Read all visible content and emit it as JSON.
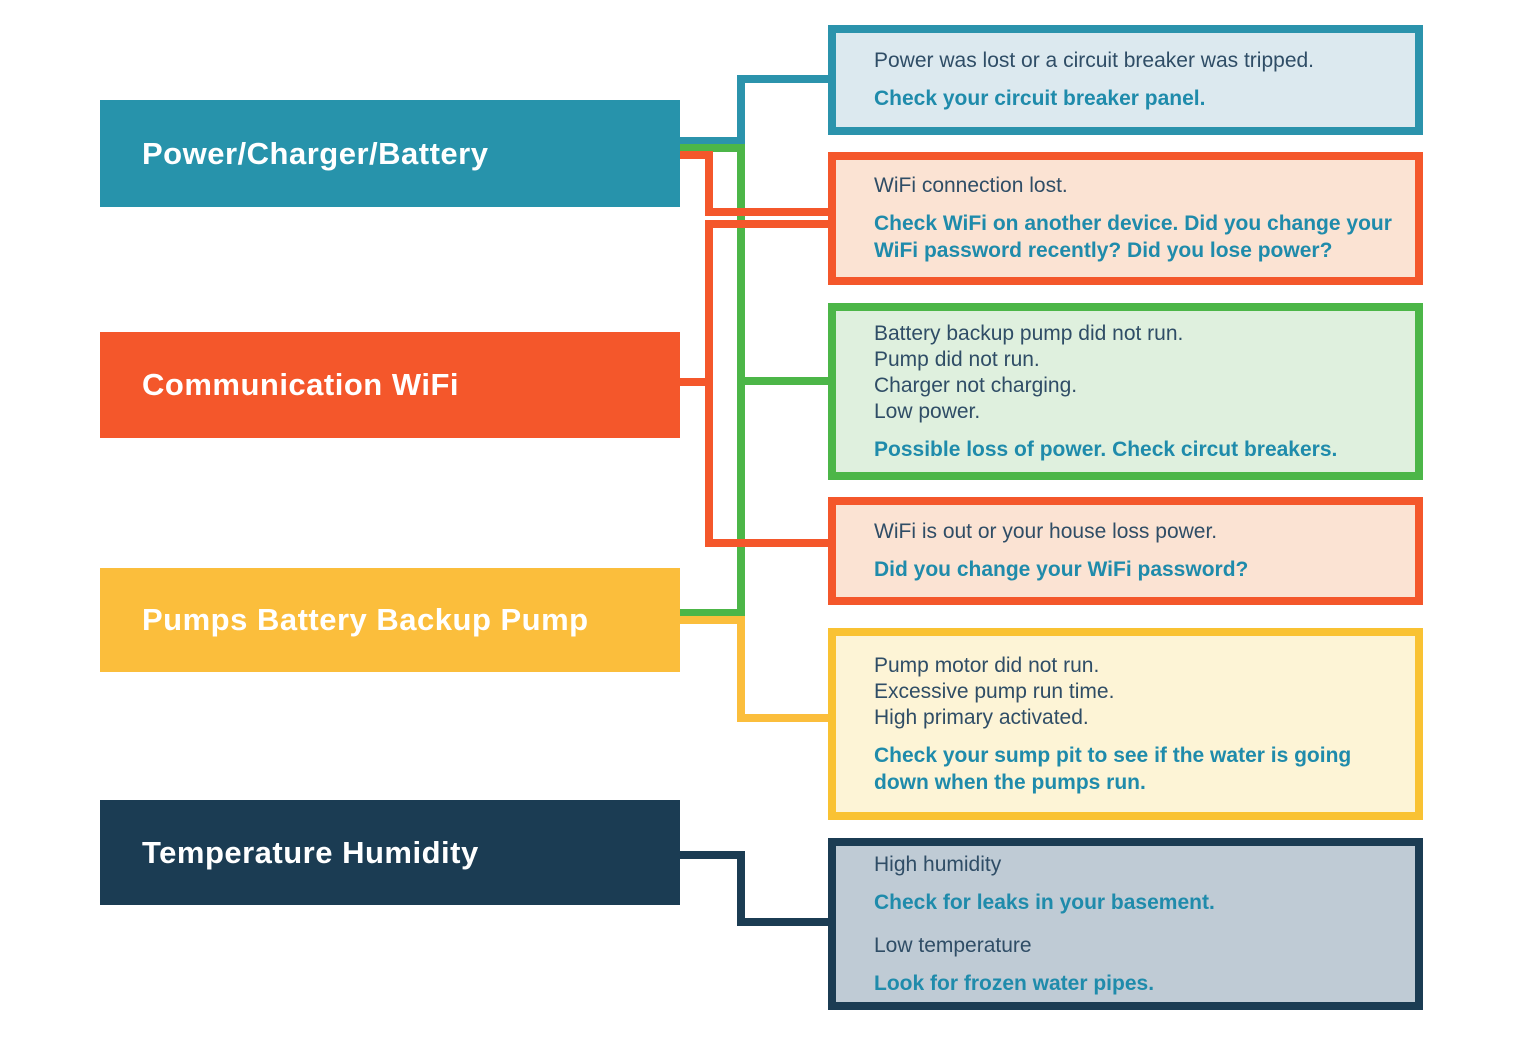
{
  "palette": {
    "teal": "#2793AB",
    "orange": "#F4572B",
    "green": "#4CB648",
    "yellow": "#FBBE3C",
    "navy": "#1B3C53",
    "body_text": "#2F4D66",
    "action_text": "#1F8BAB"
  },
  "categories": [
    {
      "label": "Power/Charger/Battery",
      "color": "#2793AB"
    },
    {
      "label": "Communication WiFi",
      "color": "#F4572B"
    },
    {
      "label": "Pumps Battery Backup Pump",
      "color": "#FBBE3C"
    },
    {
      "label": "Temperature Humidity",
      "color": "#1B3C53"
    }
  ],
  "alerts": [
    {
      "border": "#2B93AC",
      "fill": "#DCE9EF",
      "lines": [
        {
          "kind": "normal",
          "text": "Power was lost or a circuit breaker was tripped."
        },
        {
          "kind": "action",
          "text": "Check your circuit breaker panel."
        }
      ]
    },
    {
      "border": "#F4572B",
      "fill": "#FBE3D3",
      "lines": [
        {
          "kind": "normal",
          "text": "WiFi connection lost."
        },
        {
          "kind": "action",
          "text": "Check WiFi on another device. Did you change your WiFi password recently? Did you lose power?"
        }
      ]
    },
    {
      "border": "#4CB648",
      "fill": "#DFF0DE",
      "lines": [
        {
          "kind": "normal",
          "text": "Battery backup pump did not run."
        },
        {
          "kind": "normal",
          "text": "Pump did not run."
        },
        {
          "kind": "normal",
          "text": "Charger not charging."
        },
        {
          "kind": "normal",
          "text": "Low power."
        },
        {
          "kind": "action",
          "text": "Possible loss of power. Check circut breakers."
        }
      ]
    },
    {
      "border": "#F4572B",
      "fill": "#FBE3D3",
      "lines": [
        {
          "kind": "normal",
          "text": "WiFi is out or your house loss power."
        },
        {
          "kind": "action",
          "text": "Did you change your WiFi password?"
        }
      ]
    },
    {
      "border": "#F9C233",
      "fill": "#FDF4D6",
      "lines": [
        {
          "kind": "normal",
          "text": "Pump motor did not run."
        },
        {
          "kind": "normal",
          "text": "Excessive pump run time."
        },
        {
          "kind": "normal",
          "text": "High primary activated."
        },
        {
          "kind": "action",
          "text": "Check your sump pit to see if the water is going down when the pumps run."
        }
      ]
    },
    {
      "border": "#1B3C53",
      "fill": "#BFCBD5",
      "lines": [
        {
          "kind": "normal",
          "text": "High humidity"
        },
        {
          "kind": "action",
          "text": "Check for leaks in your basement."
        },
        {
          "kind": "normal",
          "text": "Low temperature"
        },
        {
          "kind": "action",
          "text": "Look for frozen water pipes."
        }
      ]
    }
  ]
}
